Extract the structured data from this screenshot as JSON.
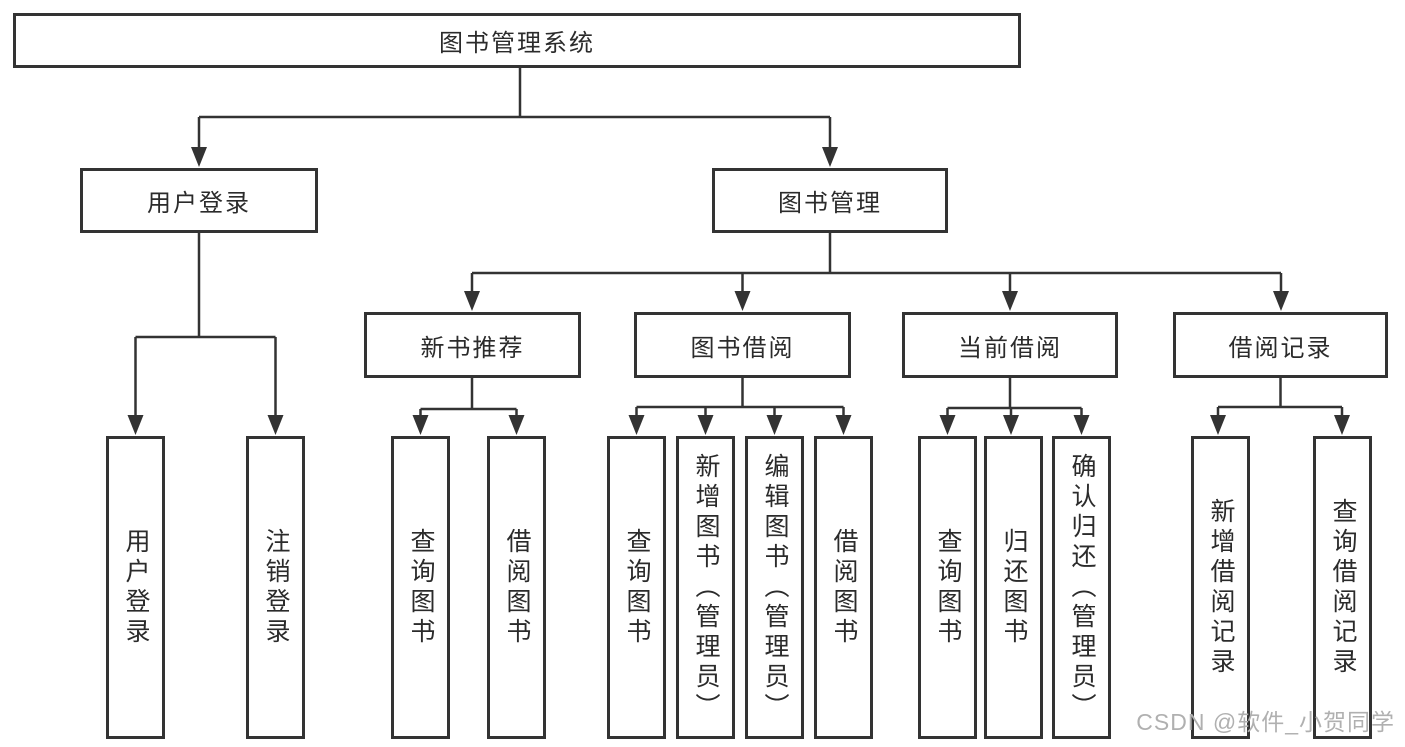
{
  "tree": {
    "root": {
      "label": "图书管理系统"
    },
    "user_login": {
      "label": "用户登录",
      "children": [
        "用户登录",
        "注销登录"
      ]
    },
    "book_mgmt": {
      "label": "图书管理",
      "sections": {
        "new_books": {
          "label": "新书推荐",
          "children": [
            "查询图书",
            "借阅图书"
          ]
        },
        "book_borrow": {
          "label": "图书借阅",
          "children": [
            "查询图书",
            "新增图书（管理员）",
            "编辑图书（管理员）",
            "借阅图书"
          ]
        },
        "current_borrow": {
          "label": "当前借阅",
          "children": [
            "查询图书",
            "归还图书",
            "确认归还（管理员）"
          ]
        },
        "borrow_records": {
          "label": "借阅记录",
          "children": [
            "新增借阅记录",
            "查询借阅记录"
          ]
        }
      }
    }
  },
  "watermark": "CSDN @软件_小贺同学",
  "colors": {
    "line": "#333333",
    "text": "#2b2b2b",
    "background": "#ffffff",
    "watermark": "#b0b0b0"
  }
}
